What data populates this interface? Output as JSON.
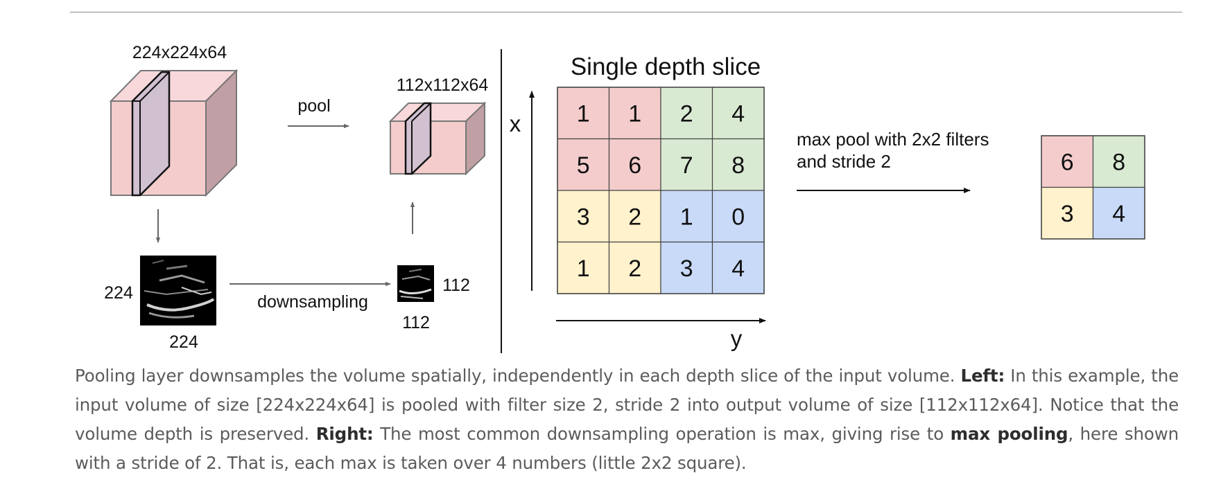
{
  "left_panel": {
    "input_dims": "224x224x64",
    "output_dims": "112x112x64",
    "pool_label": "pool",
    "downsampling_label": "downsampling",
    "input_slice_height": "224",
    "input_slice_width": "224",
    "output_slice_height": "112",
    "output_slice_width": "112"
  },
  "right_panel": {
    "title": "Single depth slice",
    "x_axis_label": "x",
    "y_axis_label": "y",
    "grid": [
      [
        1,
        1,
        2,
        4
      ],
      [
        5,
        6,
        7,
        8
      ],
      [
        3,
        2,
        1,
        0
      ],
      [
        1,
        2,
        3,
        4
      ]
    ],
    "operation_line1": "max pool with 2x2 filters",
    "operation_line2": "and stride 2",
    "result": [
      [
        6,
        8
      ],
      [
        3,
        4
      ]
    ]
  },
  "colors": {
    "quadrant_top_left": "#f4cccc",
    "quadrant_top_right": "#d9ead3",
    "quadrant_bottom_left": "#fff2cc",
    "quadrant_bottom_right": "#c9daf8",
    "volume_front": "#f4cccc",
    "volume_top": "#f8d8da",
    "volume_side": "#c0a0a4",
    "slice_fill": "#d0c0d0"
  },
  "caption": {
    "seg1": "Pooling layer downsamples the volume spatially, independently in each depth slice of the input volume. ",
    "left_label": "Left:",
    "seg2": " In this example, the input volume of size [224x224x64] is pooled with filter size 2, stride 2 into output volume of size [112x112x64]. Notice that the volume depth is preserved. ",
    "right_label": "Right:",
    "seg3": " The most common downsampling operation is max, giving rise to ",
    "max_pooling_label": "max pooling",
    "seg4": ", here shown with a stride of 2. That is, each max is taken over 4 numbers (little 2x2 square)."
  }
}
